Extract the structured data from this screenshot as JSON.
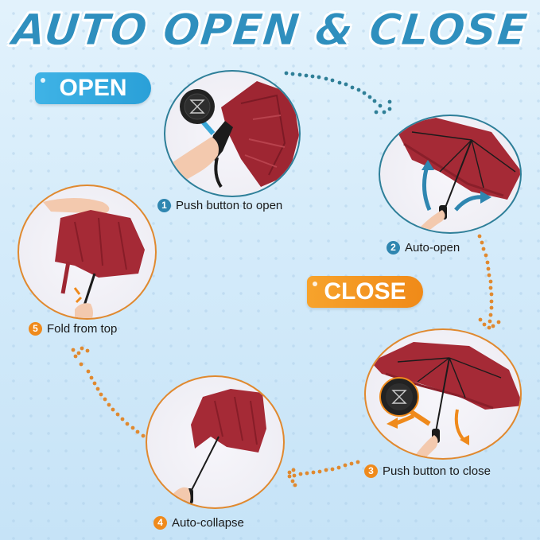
{
  "header": {
    "title": "AUTO OPEN & CLOSE"
  },
  "tags": {
    "open": "OPEN",
    "close": "CLOSE"
  },
  "colors": {
    "title_blue": "#2f8fbe",
    "open_tag": "#2aa0d8",
    "close_tag": "#f08a18",
    "blue_badge": "#2f86b0",
    "orange_badge": "#ef8a1c",
    "blue_ring": "#2e7f99",
    "orange_ring": "#e0892f",
    "umbrella_red": "#9e2632",
    "background": "#d4ebfa"
  },
  "steps": [
    {
      "number": "1",
      "label": "Push button to open",
      "color": "blue",
      "icon": "button-icon"
    },
    {
      "number": "2",
      "label": "Auto-open",
      "color": "blue",
      "icon": "open-umbrella"
    },
    {
      "number": "3",
      "label": "Push button to close",
      "color": "orange",
      "icon": "button-icon"
    },
    {
      "number": "4",
      "label": "Auto-collapse",
      "color": "orange",
      "icon": "collapsed-umbrella"
    },
    {
      "number": "5",
      "label": "Fold from top",
      "color": "orange",
      "icon": "folded-umbrella"
    }
  ]
}
